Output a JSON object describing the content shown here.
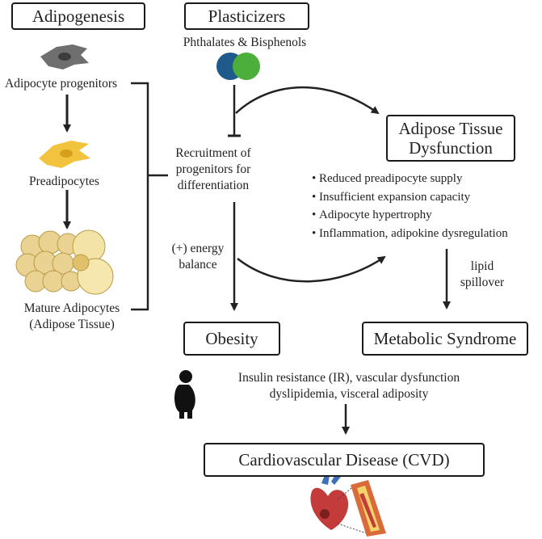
{
  "boxes": {
    "adipogenesis": "Adipogenesis",
    "plasticizers": "Plasticizers",
    "adipose_dysfunction_line1": "Adipose Tissue",
    "adipose_dysfunction_line2": "Dysfunction",
    "obesity": "Obesity",
    "metabolic_syndrome": "Metabolic Syndrome",
    "cvd": "Cardiovascular Disease (CVD)"
  },
  "labels": {
    "phthalates": "Phthalates & Bisphenols",
    "adipocyte_progenitors": "Adipocyte progenitors",
    "preadipocytes": "Preadipocytes",
    "mature_line1": "Mature Adipocytes",
    "mature_line2": "(Adipose Tissue)",
    "recruitment_line1": "Recruitment of",
    "recruitment_line2": "progenitors for",
    "recruitment_line3": "differentiation",
    "energy_line1": "(+) energy",
    "energy_line2": "balance",
    "lipid_line1": "lipid",
    "lipid_line2": "spillover",
    "risk_line1": "Insulin resistance (IR), vascular dysfunction",
    "risk_line2": "dyslipidemia, visceral adiposity"
  },
  "dysfunction_bullets": [
    "Reduced preadipocyte supply",
    "Insufficient expansion capacity",
    "Adipocyte hypertrophy",
    "Inflammation, adipokine dysregulation"
  ],
  "colors": {
    "phthalate_circle": "#1f5a8c",
    "bisphenol_circle": "#4caf3c",
    "progenitor_cell": "#6f6f6f",
    "preadipocyte_cell": "#f1c33e",
    "mature_cell": "#e6cd85"
  }
}
